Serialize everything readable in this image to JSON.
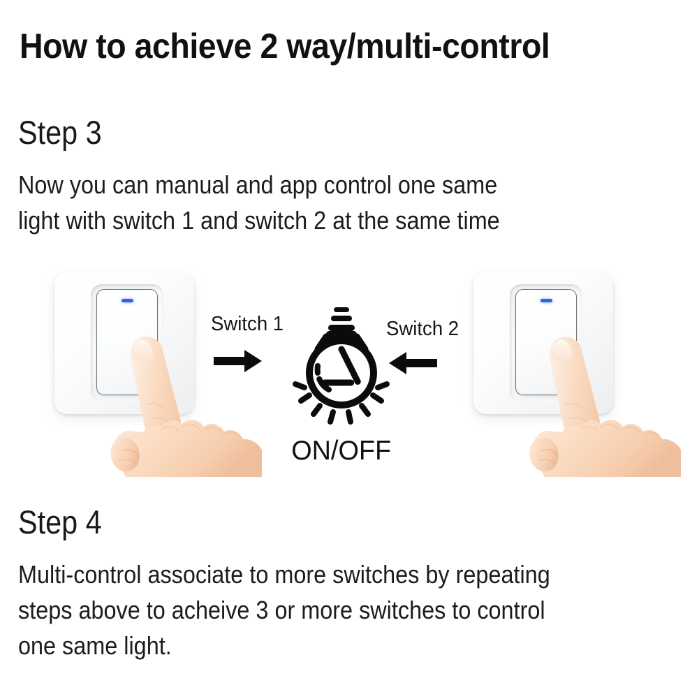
{
  "page": {
    "title": "How to achieve 2 way/multi-control",
    "background_color": "#ffffff",
    "text_color": "#141414"
  },
  "steps": [
    {
      "heading": "Step 3",
      "body_lines": [
        "Now you can manual and app control one same",
        "light with switch 1 and switch 2 at the same time"
      ]
    },
    {
      "heading": "Step 4",
      "body_lines": [
        "Multi-control associate to more switches by repeating",
        "steps above to acheive 3 or more switches to control",
        "one same light."
      ]
    }
  ],
  "diagram": {
    "left_switch": {
      "name": "wall-switch-1",
      "led_color": "#2f64e0",
      "plate_color": "#fafbfc"
    },
    "right_switch": {
      "name": "wall-switch-2",
      "led_color": "#2f64e0",
      "plate_color": "#fafbfc"
    },
    "left_label": "Switch 1",
    "right_label": "Switch 2",
    "left_arrow_direction": "right",
    "right_arrow_direction": "left",
    "bulb_label": "ON/OFF",
    "icon_color": "#000000",
    "skin_color": "#f9d9bd"
  }
}
